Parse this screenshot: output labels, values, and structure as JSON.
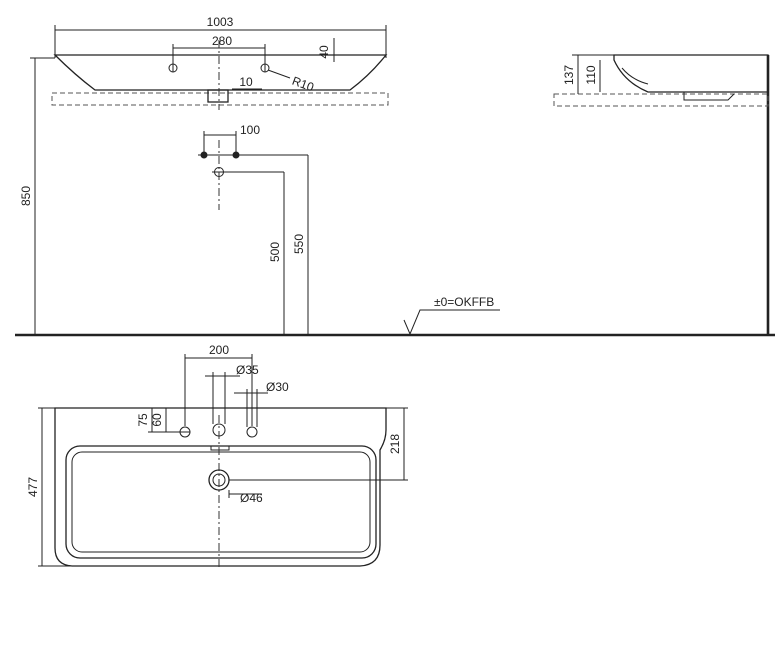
{
  "side_elevation": {
    "width_total": "1003",
    "tap_hole_spacing": "280",
    "rim_thickness": "40",
    "offset": "10",
    "radius": "R10",
    "height_total": "850",
    "supply_spacing": "100",
    "waste_height": "500",
    "supply_height": "550",
    "floor_reference": "±0=OKFFB"
  },
  "end_elevation": {
    "overall_height": "137",
    "bowl_height": "110"
  },
  "plan_view": {
    "tap_spacing": "200",
    "tap_hole_diameter": "Ø35",
    "side_hole_diameter": "Ø30",
    "hole_offset_a": "75",
    "hole_offset_b": "60",
    "depth_total": "477",
    "drain_position": "218",
    "drain_diameter": "Ø46"
  }
}
